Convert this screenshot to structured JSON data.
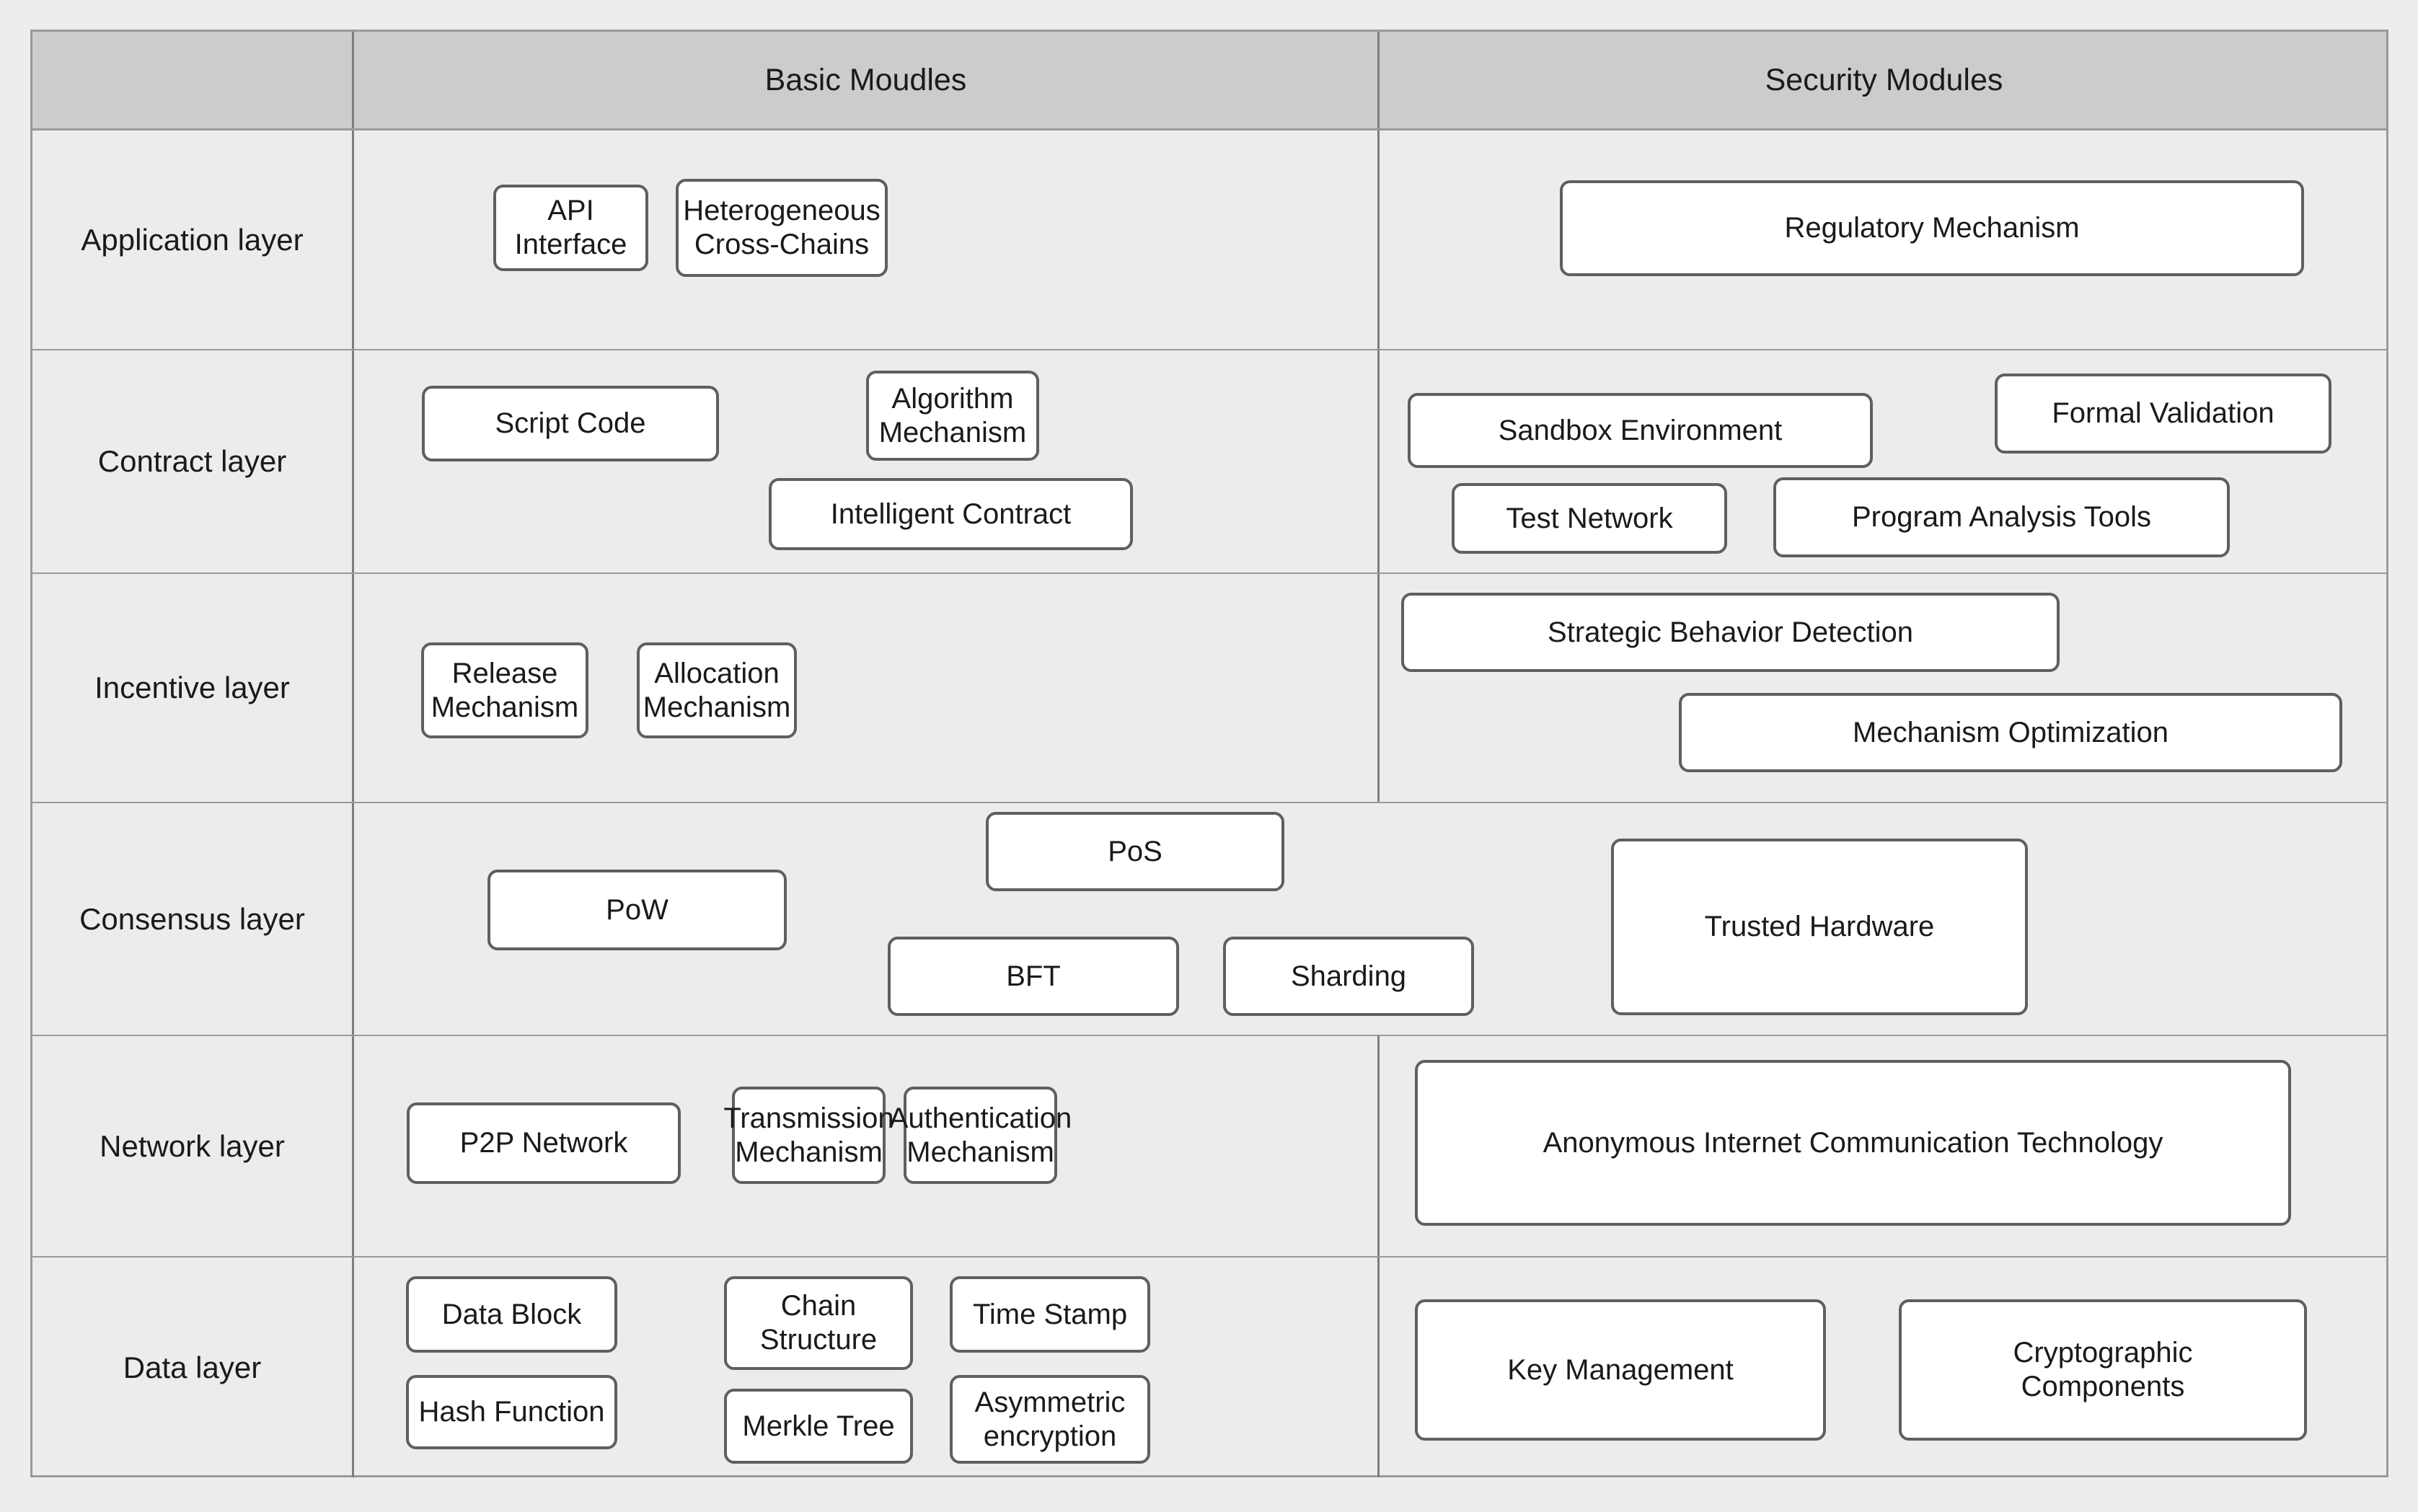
{
  "diagram": {
    "title": "Blockchain layered architecture: basic and security modules",
    "colors": {
      "page_background": "#ededed",
      "cell_background": "#ececec",
      "header_background": "#cccccc",
      "grid_line": "#9a9a9a",
      "divider_line": "#7d7d7d",
      "box_border": "#5f5f5f",
      "box_fill": "#ffffff",
      "text": "#1a1a1a"
    },
    "header": {
      "corner_label": "",
      "columns": [
        {
          "label": "Basic Moudles"
        },
        {
          "label": "Security Modules"
        }
      ]
    },
    "rows": [
      {
        "label": "Application layer",
        "basic": [
          {
            "label": "API Interface"
          },
          {
            "label": "Heterogeneous\nCross-Chains"
          }
        ],
        "security": [
          {
            "label": "Regulatory Mechanism"
          }
        ]
      },
      {
        "label": "Contract layer",
        "basic": [
          {
            "label": "Script Code"
          },
          {
            "label": "Algorithm\nMechanism"
          },
          {
            "label": "Intelligent Contract"
          }
        ],
        "security": [
          {
            "label": "Sandbox Environment"
          },
          {
            "label": "Formal Validation"
          },
          {
            "label": "Test Network"
          },
          {
            "label": "Program Analysis Tools"
          }
        ]
      },
      {
        "label": "Incentive layer",
        "basic": [
          {
            "label": "Release\nMechanism"
          },
          {
            "label": "Allocation\nMechanism"
          }
        ],
        "security": [
          {
            "label": "Strategic Behavior Detection"
          },
          {
            "label": "Mechanism Optimization"
          }
        ]
      },
      {
        "label": "Consensus layer",
        "merged": true,
        "basic": [
          {
            "label": "PoS"
          },
          {
            "label": "PoW"
          },
          {
            "label": "BFT"
          },
          {
            "label": "Sharding"
          },
          {
            "label": "Trusted Hardware"
          }
        ],
        "security": []
      },
      {
        "label": "Network layer",
        "basic": [
          {
            "label": "P2P Network"
          },
          {
            "label": "Transmission\nMechanism"
          },
          {
            "label": "Authentication\nMechanism"
          }
        ],
        "security": [
          {
            "label": "Anonymous Internet Communication Technology"
          }
        ]
      },
      {
        "label": "Data layer",
        "basic": [
          {
            "label": "Data Block"
          },
          {
            "label": "Chain\nStructure"
          },
          {
            "label": "Time Stamp"
          },
          {
            "label": "Hash Function"
          },
          {
            "label": "Merkle Tree"
          },
          {
            "label": "Asymmetric\nencryption"
          }
        ],
        "security": [
          {
            "label": "Key Management"
          },
          {
            "label": "Cryptographic\nComponents"
          }
        ]
      }
    ]
  }
}
